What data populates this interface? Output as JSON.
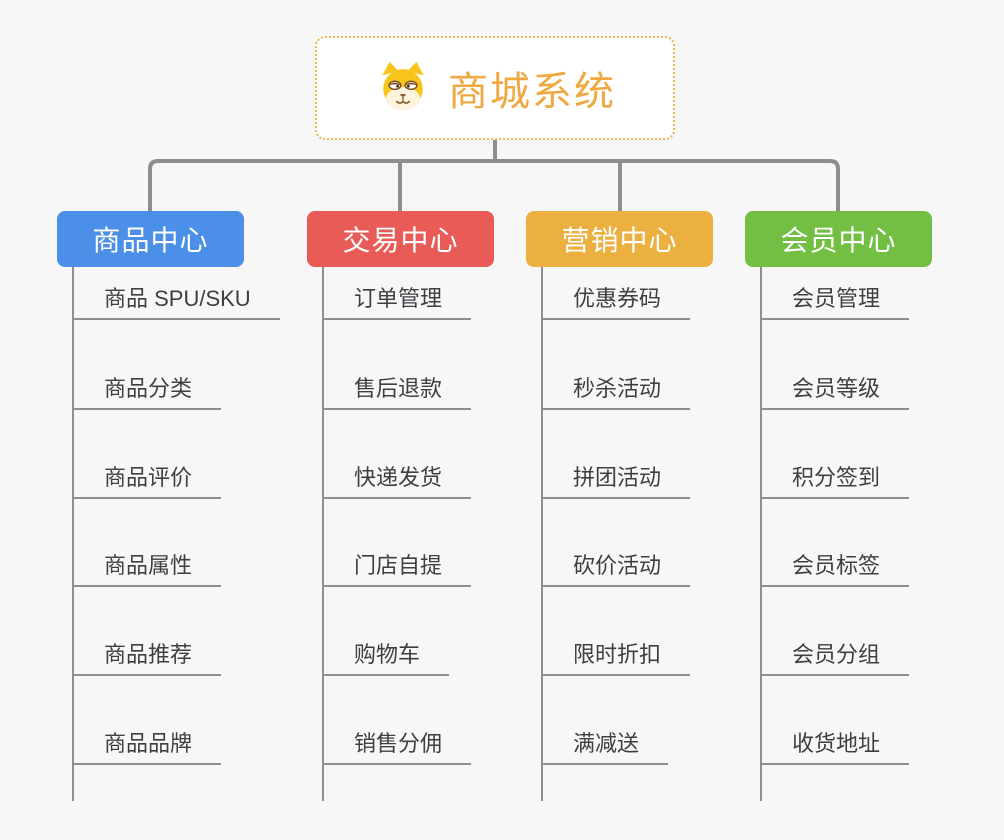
{
  "root": {
    "title": "商城系统",
    "icon": "shiba-dog-icon"
  },
  "branches": [
    {
      "id": "products",
      "label": "商品中心",
      "color": "#4b8fe8",
      "children": [
        "商品 SPU/SKU",
        "商品分类",
        "商品评价",
        "商品属性",
        "商品推荐",
        "商品品牌"
      ]
    },
    {
      "id": "trade",
      "label": "交易中心",
      "color": "#e95b56",
      "children": [
        "订单管理",
        "售后退款",
        "快递发货",
        "门店自提",
        "购物车",
        "销售分佣"
      ]
    },
    {
      "id": "marketing",
      "label": "营销中心",
      "color": "#ecb041",
      "children": [
        "优惠券码",
        "秒杀活动",
        "拼团活动",
        "砍价活动",
        "限时折扣",
        "满减送"
      ]
    },
    {
      "id": "members",
      "label": "会员中心",
      "color": "#73bf44",
      "children": [
        "会员管理",
        "会员等级",
        "积分签到",
        "会员标签",
        "会员分组",
        "收货地址"
      ]
    }
  ],
  "colors": {
    "background": "#f7f7f8",
    "connector_line": "#8e8e8e",
    "child_line": "#8f8f8f",
    "root_border": "#f5b14a",
    "root_text": "#f0a840",
    "item_text": "#3c4043"
  }
}
